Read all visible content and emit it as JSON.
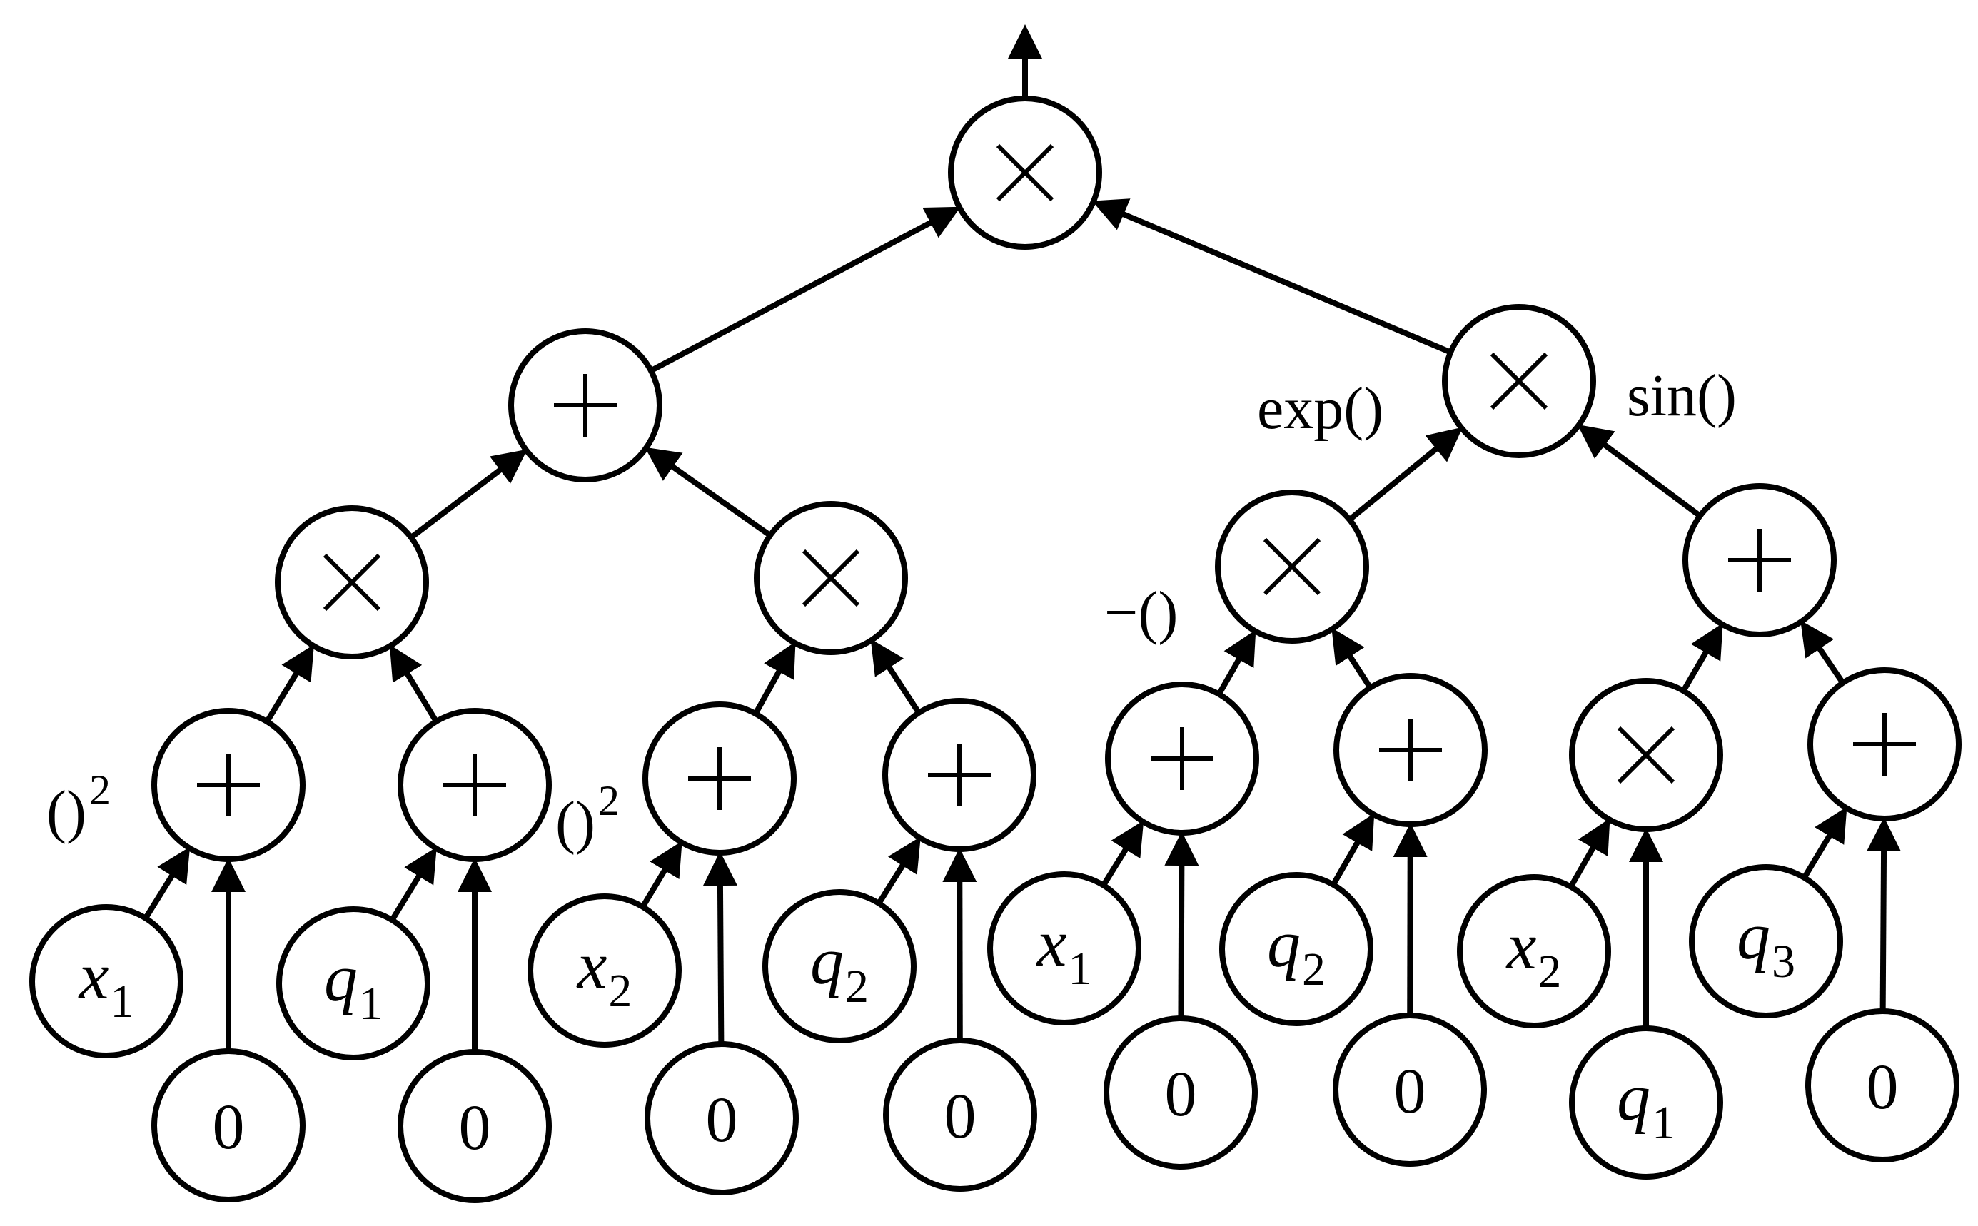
{
  "nodes": [
    {
      "id": "root",
      "kind": "op",
      "symbol": "×"
    },
    {
      "id": "L",
      "kind": "op",
      "symbol": "+"
    },
    {
      "id": "R",
      "kind": "op",
      "symbol": "×"
    },
    {
      "id": "LL",
      "kind": "op",
      "symbol": "×"
    },
    {
      "id": "LR",
      "kind": "op",
      "symbol": "×"
    },
    {
      "id": "RL",
      "kind": "op",
      "symbol": "×"
    },
    {
      "id": "RR",
      "kind": "op",
      "symbol": "+"
    },
    {
      "id": "p1",
      "kind": "op",
      "symbol": "+"
    },
    {
      "id": "p2",
      "kind": "op",
      "symbol": "+"
    },
    {
      "id": "p3",
      "kind": "op",
      "symbol": "+"
    },
    {
      "id": "p4",
      "kind": "op",
      "symbol": "+"
    },
    {
      "id": "p5",
      "kind": "op",
      "symbol": "+"
    },
    {
      "id": "p6",
      "kind": "op",
      "symbol": "+"
    },
    {
      "id": "m7",
      "kind": "op",
      "symbol": "×"
    },
    {
      "id": "p8",
      "kind": "op",
      "symbol": "+"
    },
    {
      "id": "v1",
      "kind": "var",
      "base": "x",
      "sub": "1"
    },
    {
      "id": "v2",
      "kind": "var",
      "base": "q",
      "sub": "1"
    },
    {
      "id": "v3",
      "kind": "var",
      "base": "x",
      "sub": "2"
    },
    {
      "id": "v4",
      "kind": "var",
      "base": "q",
      "sub": "2"
    },
    {
      "id": "v5",
      "kind": "var",
      "base": "x",
      "sub": "1"
    },
    {
      "id": "v6",
      "kind": "var",
      "base": "q",
      "sub": "2"
    },
    {
      "id": "v7",
      "kind": "var",
      "base": "x",
      "sub": "2"
    },
    {
      "id": "v8",
      "kind": "var",
      "base": "q",
      "sub": "3"
    },
    {
      "id": "z1",
      "kind": "num",
      "symbol": "0"
    },
    {
      "id": "z2",
      "kind": "num",
      "symbol": "0"
    },
    {
      "id": "z3",
      "kind": "num",
      "symbol": "0"
    },
    {
      "id": "z4",
      "kind": "num",
      "symbol": "0"
    },
    {
      "id": "z5",
      "kind": "num",
      "symbol": "0"
    },
    {
      "id": "z6",
      "kind": "num",
      "symbol": "0"
    },
    {
      "id": "q1b",
      "kind": "var",
      "base": "q",
      "sub": "1"
    },
    {
      "id": "z8",
      "kind": "num",
      "symbol": "0"
    }
  ],
  "edges": [
    {
      "from": "L",
      "to": "root"
    },
    {
      "from": "R",
      "to": "root"
    },
    {
      "from": "LL",
      "to": "L"
    },
    {
      "from": "LR",
      "to": "L"
    },
    {
      "from": "RL",
      "to": "R",
      "label": "exp()"
    },
    {
      "from": "RR",
      "to": "R",
      "label": "sin()"
    },
    {
      "from": "p1",
      "to": "LL"
    },
    {
      "from": "p2",
      "to": "LL"
    },
    {
      "from": "p3",
      "to": "LR"
    },
    {
      "from": "p4",
      "to": "LR"
    },
    {
      "from": "p5",
      "to": "RL",
      "label": "−()"
    },
    {
      "from": "p6",
      "to": "RL"
    },
    {
      "from": "m7",
      "to": "RR"
    },
    {
      "from": "p8",
      "to": "RR"
    },
    {
      "from": "v1",
      "to": "p1",
      "label": "()",
      "label_sup": "2"
    },
    {
      "from": "z1",
      "to": "p1"
    },
    {
      "from": "v2",
      "to": "p2"
    },
    {
      "from": "z2",
      "to": "p2"
    },
    {
      "from": "v3",
      "to": "p3",
      "label": "()",
      "label_sup": "2"
    },
    {
      "from": "z3",
      "to": "p3"
    },
    {
      "from": "v4",
      "to": "p4"
    },
    {
      "from": "z4",
      "to": "p4"
    },
    {
      "from": "v5",
      "to": "p5"
    },
    {
      "from": "z5",
      "to": "p5"
    },
    {
      "from": "v6",
      "to": "p6"
    },
    {
      "from": "z6",
      "to": "p6"
    },
    {
      "from": "v7",
      "to": "m7"
    },
    {
      "from": "q1b",
      "to": "m7"
    },
    {
      "from": "v8",
      "to": "p8"
    },
    {
      "from": "z8",
      "to": "p8"
    }
  ],
  "output_arrow": true
}
